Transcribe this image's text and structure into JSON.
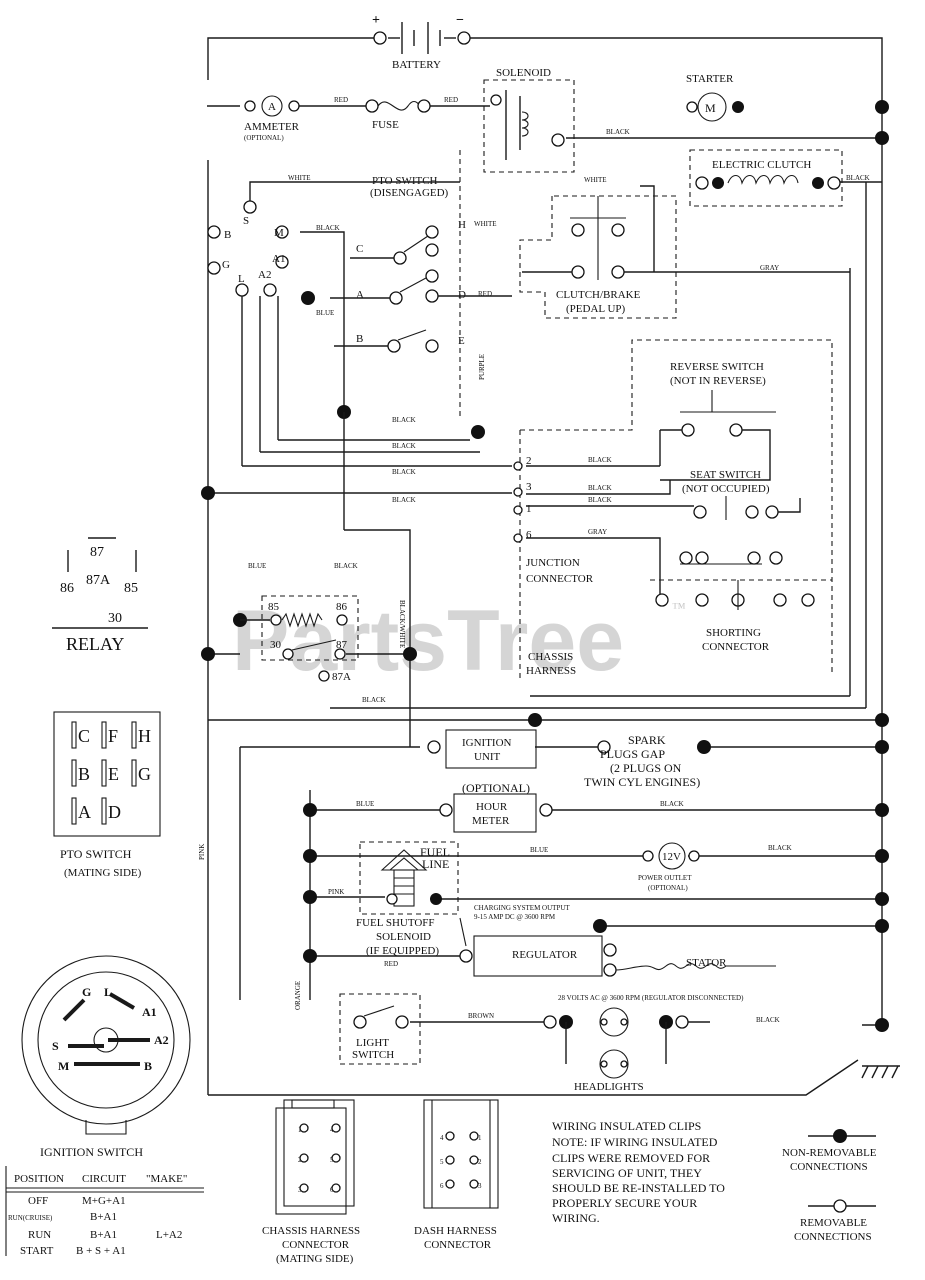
{
  "battery": {
    "label": "BATTERY",
    "plus": "+",
    "minus": "−"
  },
  "solenoid": {
    "label": "SOLENOID"
  },
  "starter": {
    "label": "STARTER",
    "motor": "M"
  },
  "ammeter": {
    "label": "AMMETER",
    "sub": "(OPTIONAL)",
    "symbol": "A"
  },
  "fuse": {
    "label": "FUSE"
  },
  "electric_clutch": {
    "label": "ELECTRIC CLUTCH"
  },
  "pto_switch": {
    "label": "PTO SWITCH",
    "sub": "(DISENGAGED)",
    "contacts": [
      "C",
      "A",
      "B",
      "H",
      "D",
      "E"
    ]
  },
  "clutch_brake": {
    "label": "CLUTCH/BRAKE",
    "sub": "(PEDAL UP)"
  },
  "reverse_switch": {
    "label": "REVERSE SWITCH",
    "sub": "(NOT IN REVERSE)"
  },
  "seat_switch": {
    "label": "SEAT SWITCH",
    "sub": "(NOT OCCUPIED)"
  },
  "junction": {
    "label": "JUNCTION",
    "label2": "CONNECTOR",
    "pins": [
      "2",
      "3",
      "1",
      "6"
    ]
  },
  "shorting": {
    "label": "SHORTING",
    "label2": "CONNECTOR"
  },
  "chassis": {
    "label": "CHASSIS",
    "label2": "HARNESS"
  },
  "relay_legend": {
    "pins": [
      "87",
      "86",
      "87A",
      "85",
      "30"
    ],
    "title": "RELAY"
  },
  "relay_box": {
    "pins": [
      "85",
      "86",
      "30",
      "87",
      "87A"
    ]
  },
  "ignition_unit": {
    "label": "IGNITION",
    "label2": "UNIT"
  },
  "spark": {
    "line1": "SPARK",
    "line2": "PLUGS GAP",
    "line3": "(2 PLUGS ON",
    "line4": "TWIN CYL ENGINES)"
  },
  "hour_meter": {
    "opt": "(OPTIONAL)",
    "label": "HOUR",
    "label2": "METER"
  },
  "power_outlet": {
    "symbol": "12V",
    "label": "POWER OUTLET",
    "sub": "(OPTIONAL)"
  },
  "fuel_line": {
    "label": "FUEL",
    "label2": "LINE"
  },
  "fuel_shutoff": {
    "label": "FUEL SHUTOFF",
    "label2": "SOLENOID",
    "label3": "(IF EQUIPPED)"
  },
  "charging": {
    "line1": "CHARGING SYSTEM OUTPUT",
    "line2": "9-15 AMP DC @ 3600 RPM"
  },
  "regulator": {
    "label": "REGULATOR"
  },
  "stator": {
    "label": "STATOR",
    "note": "28 VOLTS AC @ 3600 RPM (REGULATOR DISCONNECTED)"
  },
  "light_switch": {
    "label": "LIGHT",
    "label2": "SWITCH"
  },
  "headlights": {
    "label": "HEADLIGHTS"
  },
  "pto_mating": {
    "label": "PTO SWITCH",
    "sub": "(MATING SIDE)",
    "pins": [
      "C",
      "F",
      "H",
      "B",
      "E",
      "G",
      "A",
      "D"
    ]
  },
  "ignition_switch": {
    "label": "IGNITION SWITCH",
    "terminals": [
      "G",
      "L",
      "A1",
      "S",
      "A2",
      "M",
      "B"
    ]
  },
  "ign_table": {
    "headers": [
      "POSITION",
      "CIRCUIT",
      "\"MAKE\""
    ],
    "rows": [
      [
        "OFF",
        "M+G+A1",
        ""
      ],
      [
        "RUN(CRUISE)",
        "B+A1",
        ""
      ],
      [
        "RUN",
        "B+A1",
        "L+A2"
      ],
      [
        "START",
        "B + S + A1",
        ""
      ]
    ]
  },
  "chassis_conn": {
    "label": "CHASSIS HARNESS",
    "label2": "CONNECTOR",
    "label3": "(MATING SIDE)",
    "pins": [
      "1",
      "4",
      "2",
      "5",
      "3",
      "6"
    ]
  },
  "dash_conn": {
    "label": "DASH HARNESS",
    "label2": "CONNECTOR",
    "pins": [
      "4",
      "1",
      "5",
      "2",
      "6",
      "3"
    ]
  },
  "note": {
    "l1": "WIRING INSULATED CLIPS",
    "l2": "NOTE: IF WIRING INSULATED",
    "l3": "CLIPS WERE REMOVED FOR",
    "l4": "SERVICING OF UNIT, THEY",
    "l5": "SHOULD BE RE-INSTALLED TO",
    "l6": "PROPERLY SECURE YOUR",
    "l7": "WIRING."
  },
  "legend": {
    "nr1": "NON-REMOVABLE",
    "nr2": "CONNECTIONS",
    "r1": "REMOVABLE",
    "r2": "CONNECTIONS"
  },
  "wires": {
    "red": "RED",
    "black": "BLACK",
    "white": "WHITE",
    "blue": "BLUE",
    "gray": "GRAY",
    "brown": "BROWN",
    "orange": "ORANGE",
    "pink": "PINK",
    "purple": "PURPLE",
    "blackwhite": "BLACK/WHITE",
    "whitebrown": "WHITE"
  },
  "watermark": "PartsTree",
  "tm": "™"
}
